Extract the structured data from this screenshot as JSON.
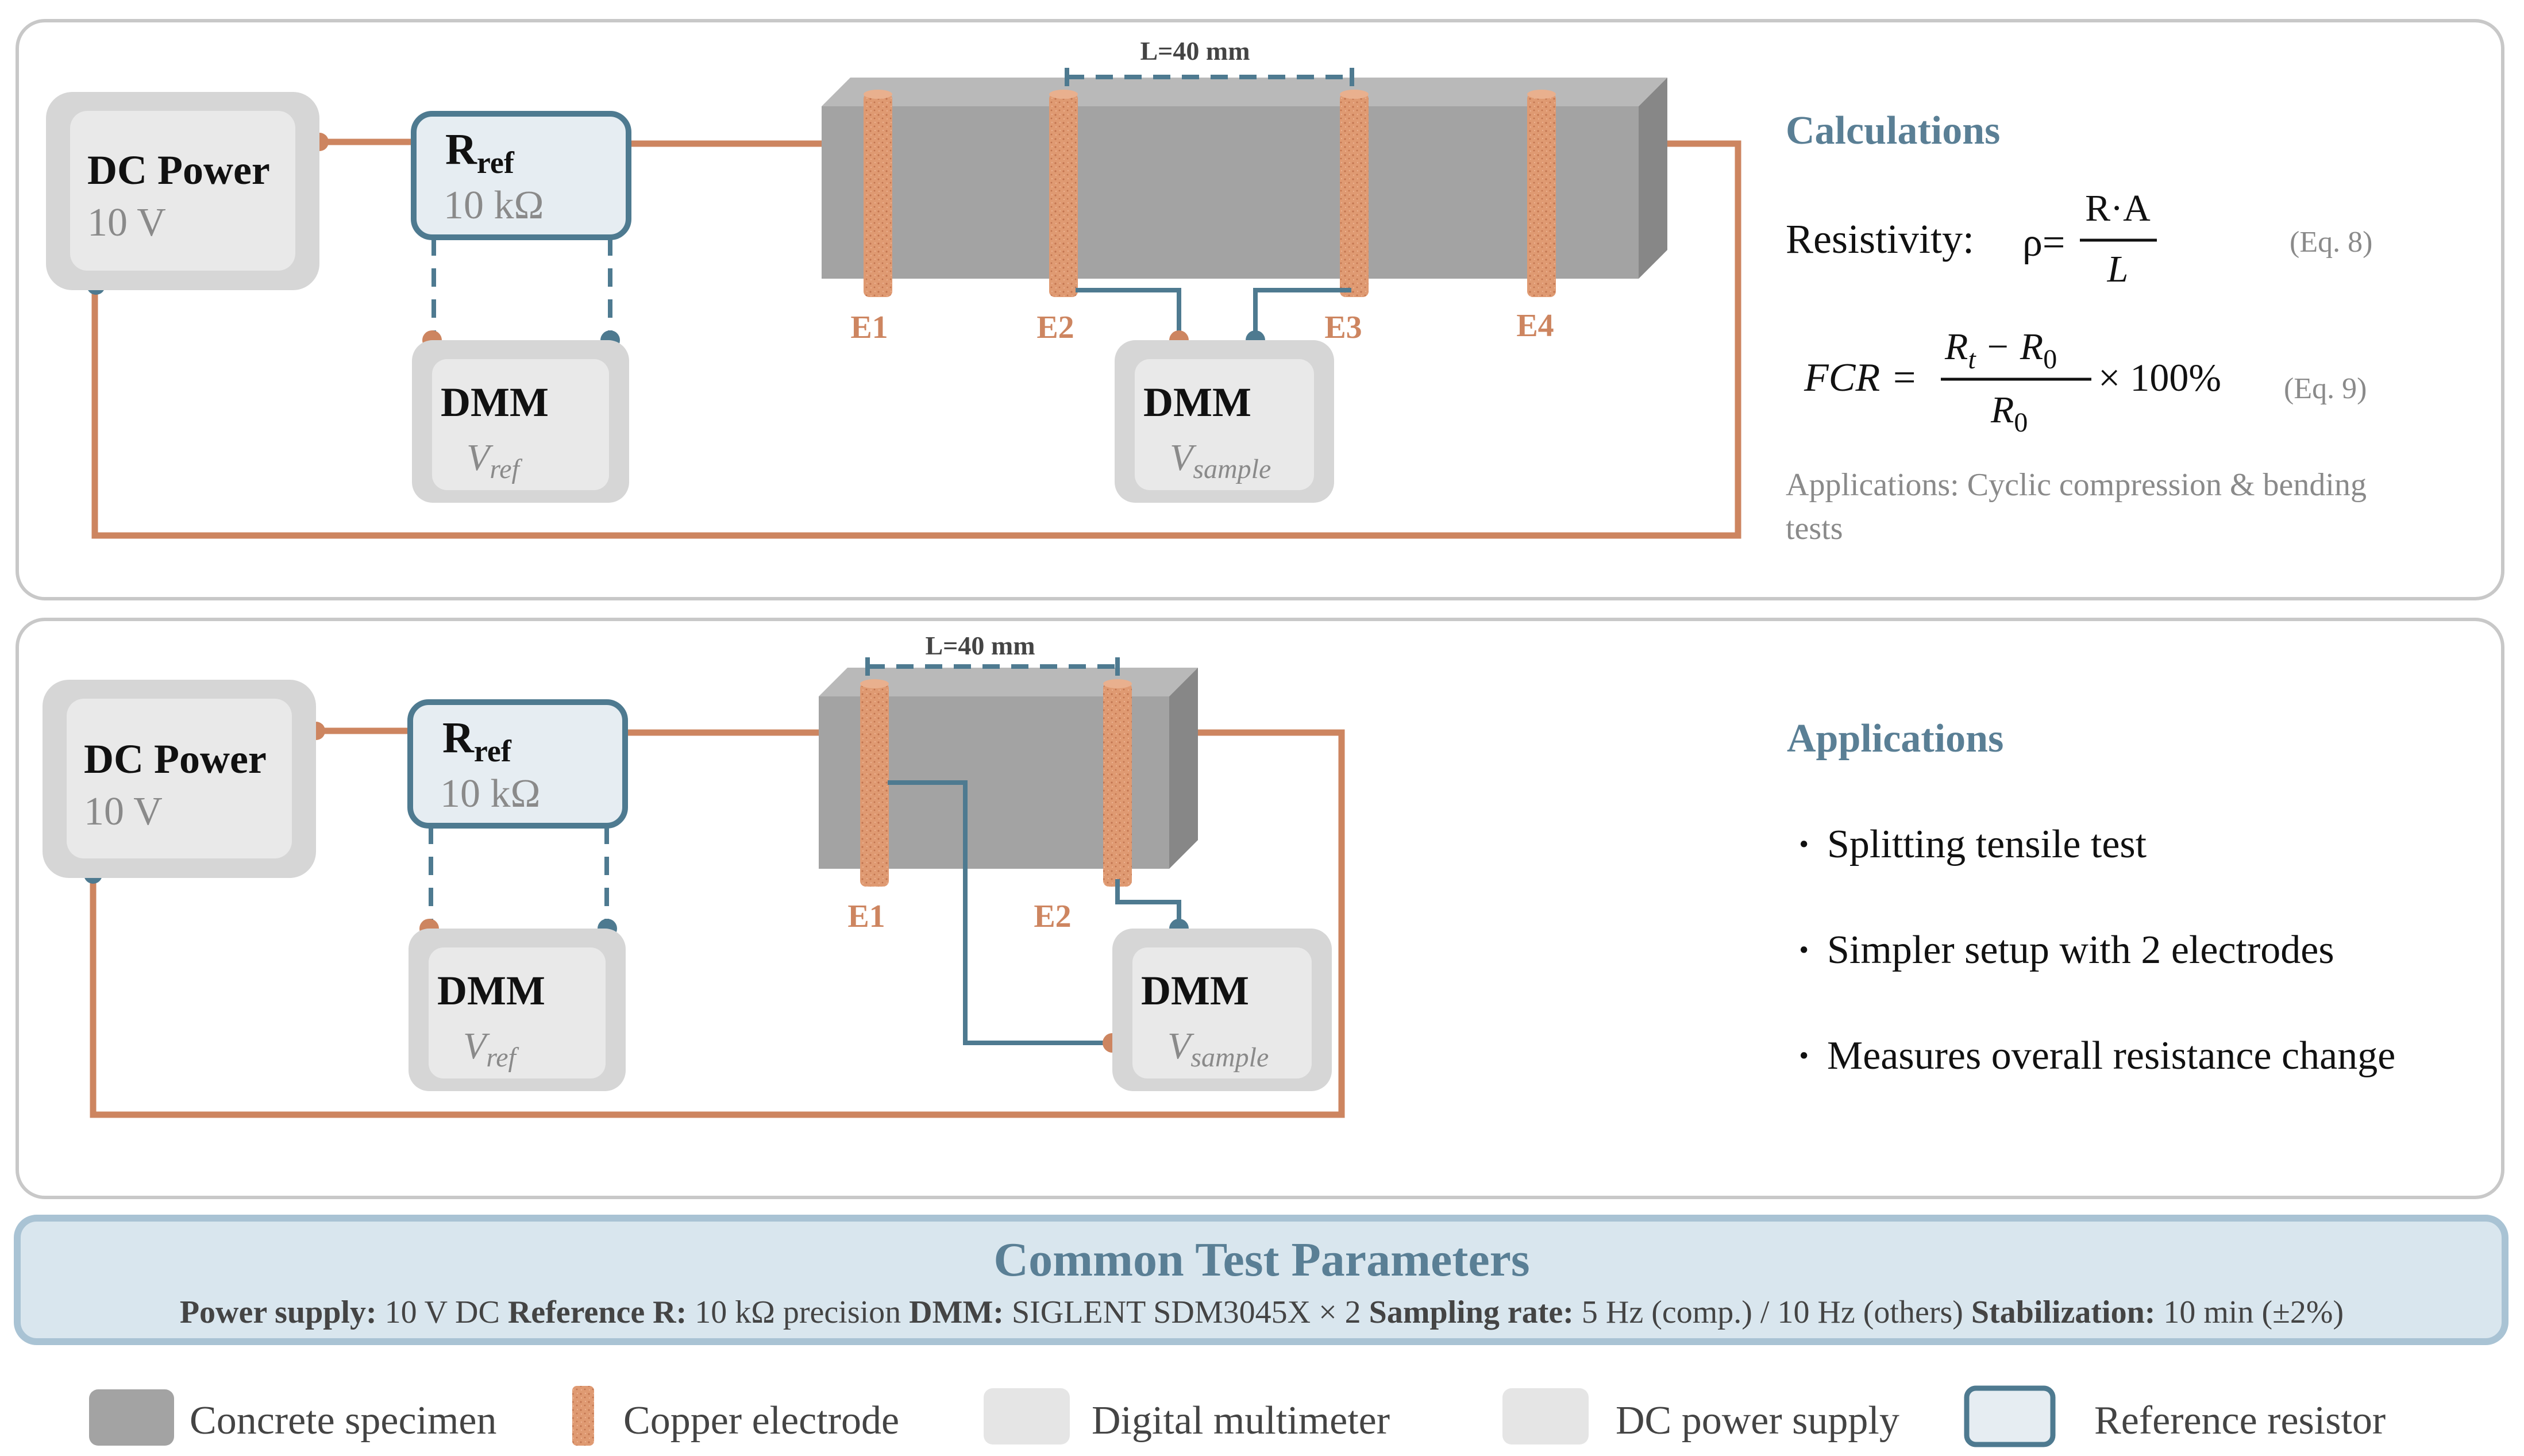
{
  "colors": {
    "copper": "#CD8560",
    "copper_light": "#E0A07A",
    "signal": "#4E7A90",
    "accent_text": "#5A7F95",
    "concrete_front": "#A3A3A3",
    "concrete_top": "#B9B9B9",
    "concrete_side": "#878787",
    "device_outer": "#D6D6D6",
    "device_inner": "#E9E9E9",
    "resistor_fill": "#E6EDF2",
    "panel_border": "#C8C8C8",
    "params_fill": "#D9E6EE",
    "params_border": "#A9C3D4"
  },
  "panel_top": {
    "power": {
      "title": "DC Power",
      "value": "10 V"
    },
    "resistor": {
      "symbol": "R",
      "subscript": "ref",
      "value": "10 kΩ"
    },
    "dmm_ref": {
      "title": "DMM",
      "v": "V",
      "v_sub": "ref"
    },
    "dmm_sample": {
      "title": "DMM",
      "v": "V",
      "v_sub": "sample"
    },
    "length_label": "L=40 mm",
    "electrodes": [
      "E1",
      "E2",
      "E3",
      "E4"
    ],
    "calc": {
      "heading": "Calculations",
      "resistivity_label": "Resistivity:",
      "rho": "ρ=",
      "numerator": "R·A",
      "denominator": "L",
      "eq8": "(Eq. 8)",
      "fcr_lhs": "FCR",
      "fcr_eq": "=",
      "fcr_R": "R",
      "fcr_t": "t",
      "fcr_minus": "−",
      "fcr_zero": "0",
      "fcr_times": "× 100%",
      "eq9": "(Eq. 9)",
      "applications_line1": "Applications: Cyclic compression & bending",
      "applications_line2": "tests"
    }
  },
  "panel_bottom": {
    "power": {
      "title": "DC Power",
      "value": "10 V"
    },
    "resistor": {
      "symbol": "R",
      "subscript": "ref",
      "value": "10 kΩ"
    },
    "dmm_ref": {
      "title": "DMM",
      "v": "V",
      "v_sub": "ref"
    },
    "dmm_sample": {
      "title": "DMM",
      "v": "V",
      "v_sub": "sample"
    },
    "length_label": "L=40 mm",
    "electrodes": [
      "E1",
      "E2"
    ],
    "applications": {
      "heading": "Applications",
      "bullet": "·",
      "items": [
        "Splitting tensile test",
        "Simpler setup with 2 electrodes",
        "Measures overall resistance change"
      ]
    }
  },
  "params": {
    "title": "Common Test Parameters",
    "items": [
      {
        "label": "Power supply:",
        "value": "10 V DC"
      },
      {
        "label": "Reference R:",
        "value": "10 kΩ precision"
      },
      {
        "label": "DMM:",
        "value": "SIGLENT SDM3045X × 2"
      },
      {
        "label": "Sampling rate:",
        "value": "5 Hz (comp.) / 10 Hz (others)"
      },
      {
        "label": "Stabilization:",
        "value": "10 min (±2%)"
      }
    ]
  },
  "legend": [
    {
      "label": "Concrete specimen"
    },
    {
      "label": "Copper electrode"
    },
    {
      "label": "Digital multimeter"
    },
    {
      "label": "DC power supply"
    },
    {
      "label": "Reference resistor"
    }
  ]
}
